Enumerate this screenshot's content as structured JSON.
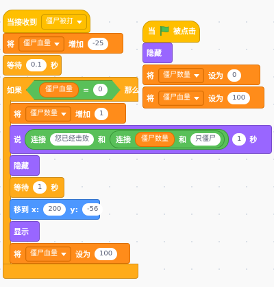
{
  "script1": {
    "when_received_label": "当接收到",
    "message_value": "僵尸被打",
    "set1": {
      "verb": "将",
      "variable": "僵尸血量",
      "op": "增加",
      "value": "-25"
    },
    "wait1": {
      "label": "等待",
      "value": "0.1",
      "unit": "秒"
    },
    "if": {
      "label": "如果",
      "then_label": "那么",
      "reporter": "僵尸血量",
      "equals": "=",
      "compare_value": "0",
      "change": {
        "verb": "将",
        "variable": "僵尸数量",
        "op": "增加",
        "value": "1"
      },
      "say": {
        "label": "说",
        "join_label": "连接",
        "text1": "您已经击败",
        "and_label": "和",
        "join2_label": "连接",
        "reporter2": "僵尸数量",
        "and2_label": "和",
        "text2": "只僵尸",
        "secs": "1",
        "secs_unit": "秒"
      },
      "hide_label": "隐藏",
      "wait2": {
        "label": "等待",
        "value": "1",
        "unit": "秒"
      },
      "goto": {
        "label": "移到 x:",
        "x": "200",
        "y_label": "y:",
        "y": "-56"
      },
      "show_label": "显示",
      "set2": {
        "verb": "将",
        "variable": "僵尸血量",
        "op": "设为",
        "value": "100"
      }
    }
  },
  "script2": {
    "when_label": "当",
    "clicked_label": "被点击",
    "hide_label": "隐藏",
    "set1": {
      "verb": "将",
      "variable": "僵尸数量",
      "op": "设为",
      "value": "0"
    },
    "set2": {
      "verb": "将",
      "variable": "僵尸血量",
      "op": "设为",
      "value": "100"
    }
  },
  "colors": {
    "events": "#ffbf00",
    "variables": "#ff8c1a",
    "control": "#ffab19",
    "looks": "#9966ff",
    "motion": "#4c97ff",
    "operators": "#59c059",
    "flag": "#4cbf56"
  }
}
